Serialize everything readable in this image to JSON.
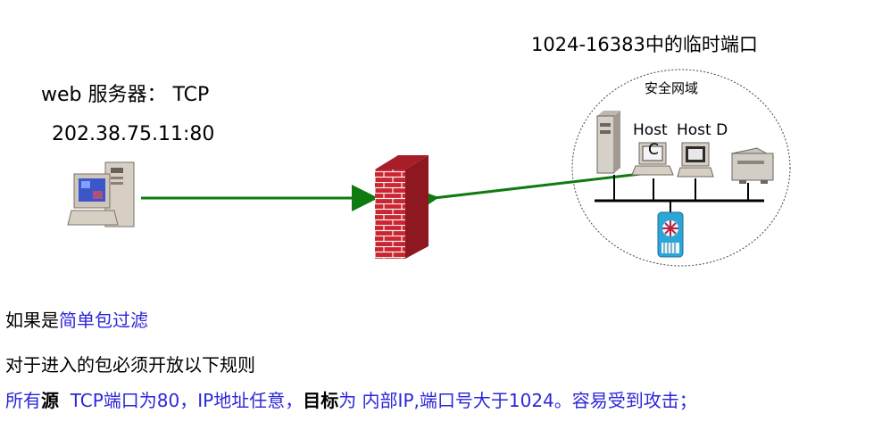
{
  "diagram": {
    "zone_caption": "1024-16383中的临时端口",
    "zone_title": "安全网域",
    "server_label": "web 服务器： TCP",
    "server_address": "202.38.75.11:80",
    "host_c_label": "Host",
    "host_d_label": "Host D",
    "host_c_glyph": "C"
  },
  "notes": {
    "line1_prefix": "如果是",
    "line1_link": "简单包过滤",
    "line2": "对于进入的包必须开放以下规则",
    "line3": {
      "part1": "所有",
      "part2": "源",
      "part3": "  TCP端口为80，IP地址任意，",
      "part4": "目标",
      "part5": "为 内部IP,端口号大于1024。容易受到攻击；"
    }
  },
  "colors": {
    "arrow": "#0f7a0f",
    "firewall": "#c8202a",
    "note_blue": "#2b27d8"
  }
}
